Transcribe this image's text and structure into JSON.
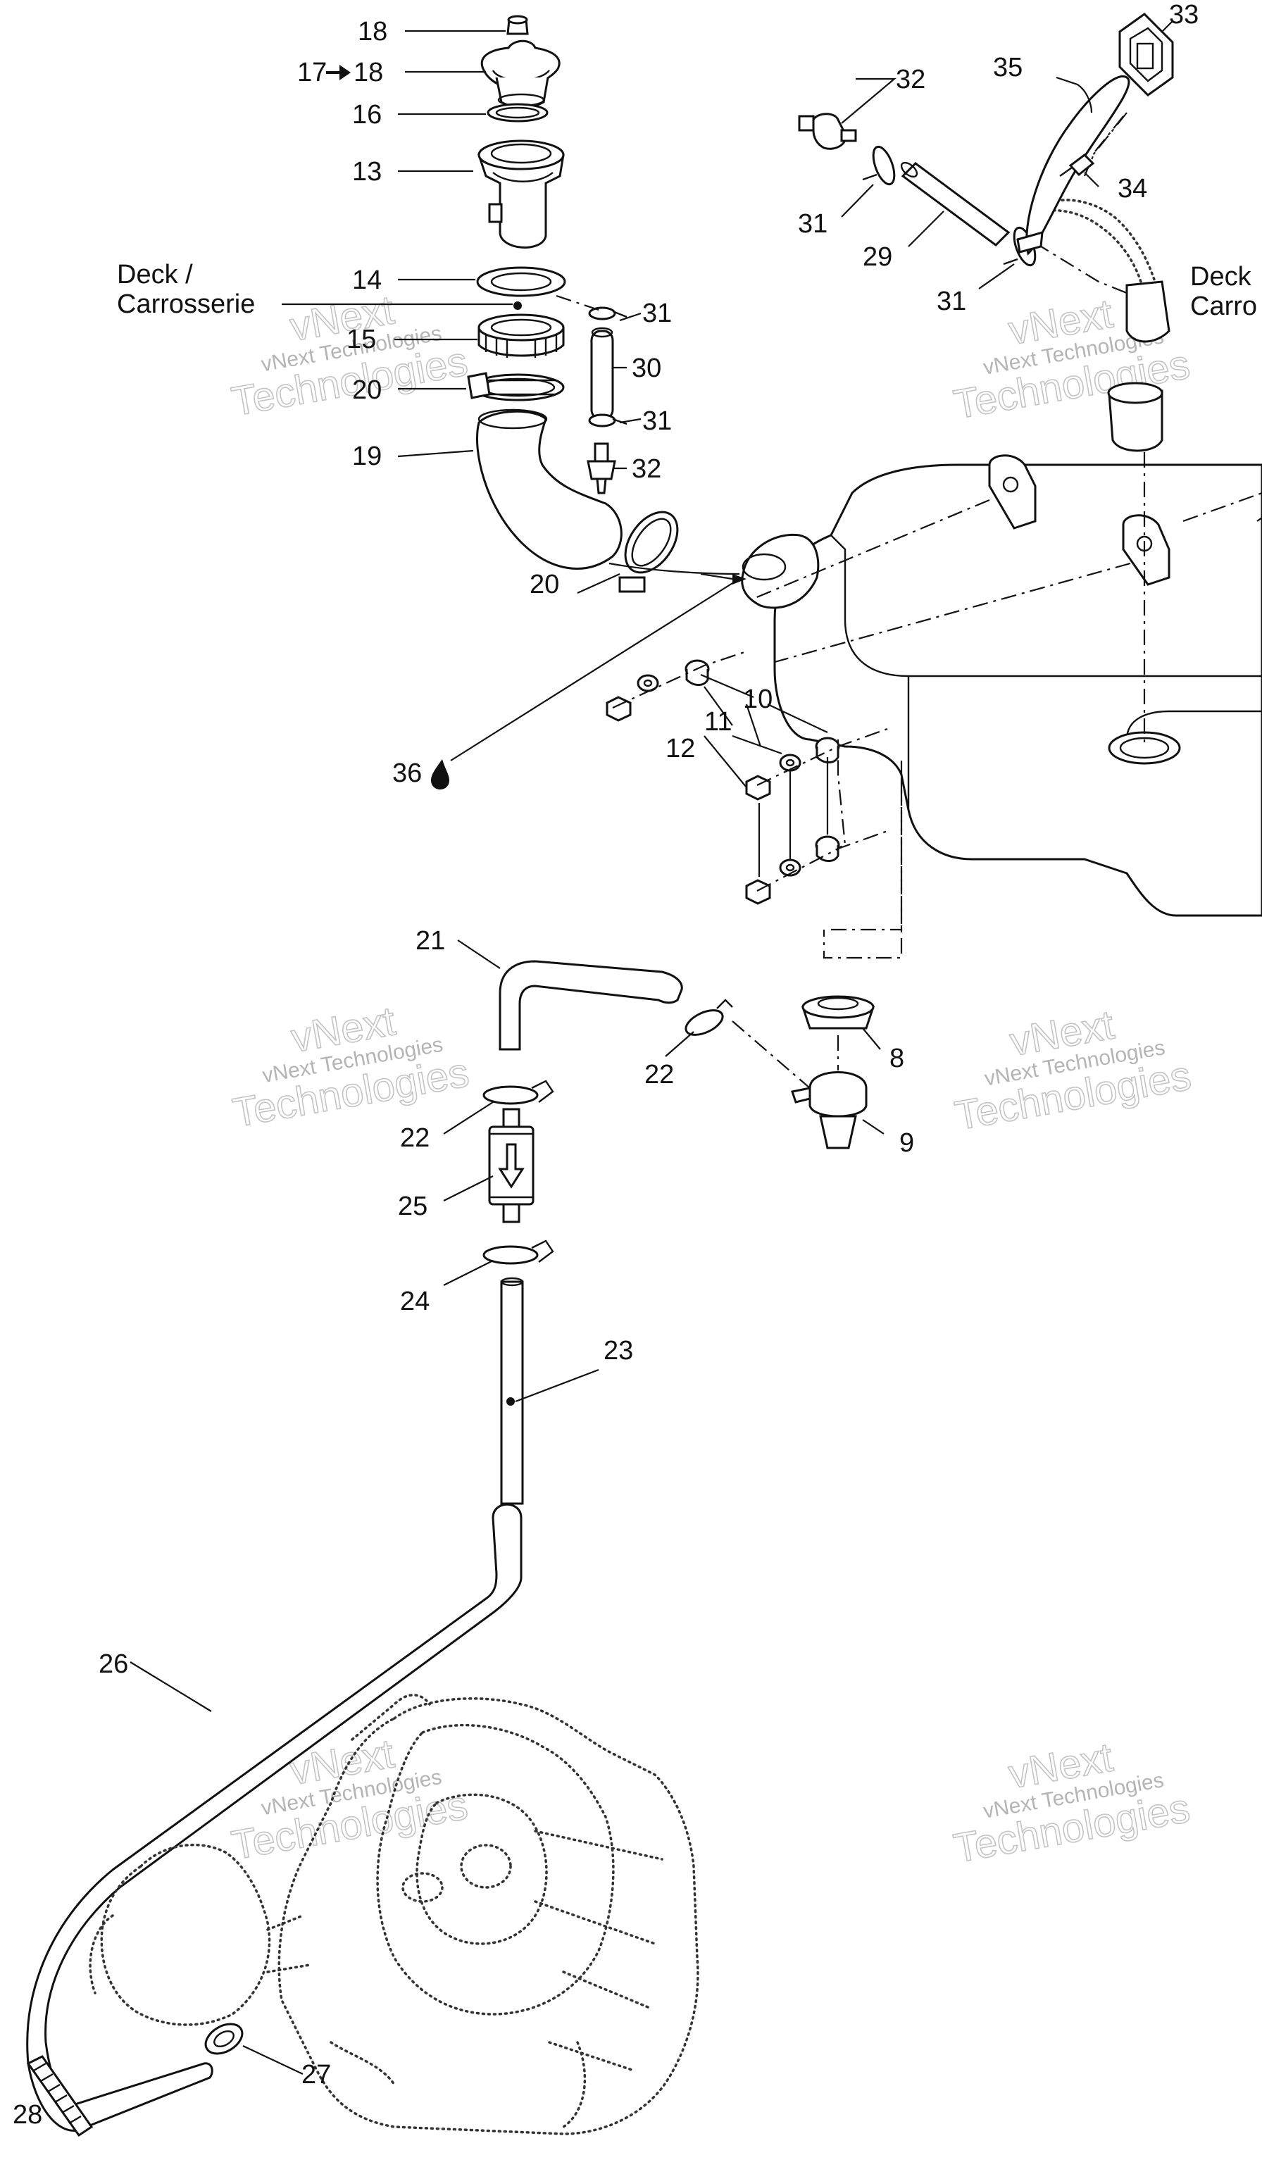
{
  "labels": {
    "l18a": "18",
    "l17": "17",
    "l18b": "18",
    "l16": "16",
    "l13": "13",
    "l14": "14",
    "l15": "15",
    "l20a": "20",
    "l19": "19",
    "l20b": "20",
    "l36": "36",
    "l12": "12",
    "l11": "11",
    "l10": "10",
    "l31a": "31",
    "l30": "30",
    "l31b": "31",
    "l32a": "32",
    "l32b": "32",
    "l31c": "31",
    "l29": "29",
    "l31d": "31",
    "l35": "35",
    "l33": "33",
    "l34": "34",
    "l21": "21",
    "l22a": "22",
    "l22b": "22",
    "l25": "25",
    "l24": "24",
    "l23": "23",
    "l8": "8",
    "l9": "9",
    "l26": "26",
    "l27": "27",
    "l28": "28"
  },
  "deck_left": {
    "line1": "Deck /",
    "line2": "Carrosserie"
  },
  "deck_right": {
    "line1": "Deck",
    "line2": "Carro"
  },
  "watermark": {
    "small": "vNext Technologies",
    "big_top": "vNext",
    "big_bottom": "Technologies"
  },
  "icons": {
    "arrow": "arrow-right-icon",
    "drop": "liquid-drop-icon"
  }
}
